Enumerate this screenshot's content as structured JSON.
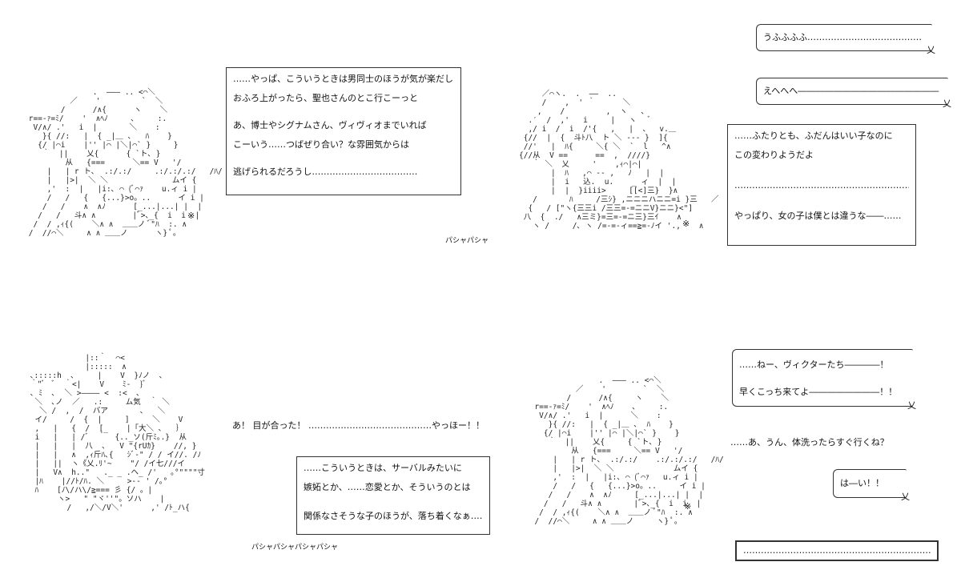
{
  "panel1": {
    "box_lines": [
      "……やっぱ、こういうときは男同士のほうが気が楽だし",
      "おふろ上がったら、聖也さんのとこ行こーっと",
      "",
      "あ、博士やシグナムさん、ヴィヴィオまでいれば",
      "こーいう……つばぜり合い？な雰囲気からは",
      "",
      "逃げられるだろうし………………………………"
    ],
    "sfx": "パシャパシャ"
  },
  "panel2": {
    "bubble1": "うふふふふ…………………………………",
    "bubble2": "えへへへ――――――――――――――――",
    "box_lines": [
      "……ふたりとも、ふだんはいい子なのに",
      "この変わりようだよ",
      "",
      "………………………………………………………",
      "",
      "やっぱり、女の子は僕とは違うな――……"
    ]
  },
  "panel3": {
    "speech": "あ！ 目が合った！ ……………………………………やっほー！！",
    "box_lines": [
      "……こういうときは、サーバルみたいに",
      "嫉妬とか、……恋愛とか、そういうのとは",
      "",
      "関係なさそうな子のほうが、落ち着くなぁ……"
    ],
    "sfx": "パシャパシャパシャパシャ"
  },
  "panel4": {
    "bubble1_line1": "……ねー、ヴィクターたち――――！",
    "bubble1_line2": "早くこっち来てよ――――――――！！",
    "reply": "……あ、うん、体洗ったらすぐ行くね？",
    "bubble2": "は―い！！",
    "box": "………………………………………………………………"
  },
  "marks": {
    "kome": "※"
  }
}
